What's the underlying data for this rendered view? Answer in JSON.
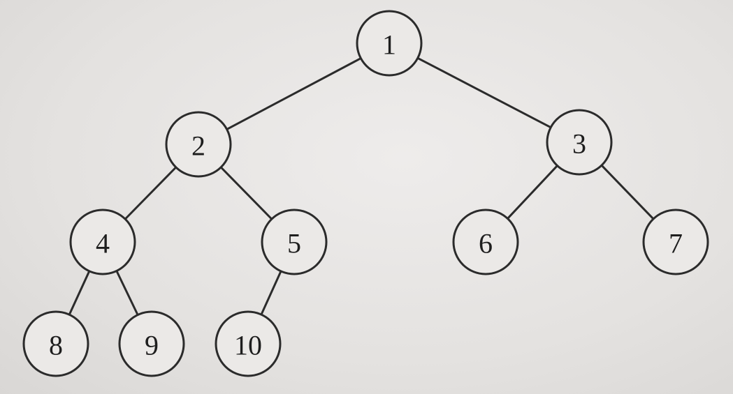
{
  "colors": {
    "stroke": "#2b2b2b",
    "node_fill": "#ebe9e7",
    "text": "#1e1e1e"
  },
  "tree": {
    "nodes": [
      {
        "id": "1",
        "label": "1"
      },
      {
        "id": "2",
        "label": "2"
      },
      {
        "id": "3",
        "label": "3"
      },
      {
        "id": "4",
        "label": "4"
      },
      {
        "id": "5",
        "label": "5"
      },
      {
        "id": "6",
        "label": "6"
      },
      {
        "id": "7",
        "label": "7"
      },
      {
        "id": "8",
        "label": "8"
      },
      {
        "id": "9",
        "label": "9"
      },
      {
        "id": "10",
        "label": "10"
      }
    ],
    "edges": [
      {
        "from": "1",
        "to": "2"
      },
      {
        "from": "1",
        "to": "3"
      },
      {
        "from": "2",
        "to": "4"
      },
      {
        "from": "2",
        "to": "5"
      },
      {
        "from": "3",
        "to": "6"
      },
      {
        "from": "3",
        "to": "7"
      },
      {
        "from": "4",
        "to": "8"
      },
      {
        "from": "4",
        "to": "9"
      },
      {
        "from": "5",
        "to": "10"
      }
    ]
  }
}
